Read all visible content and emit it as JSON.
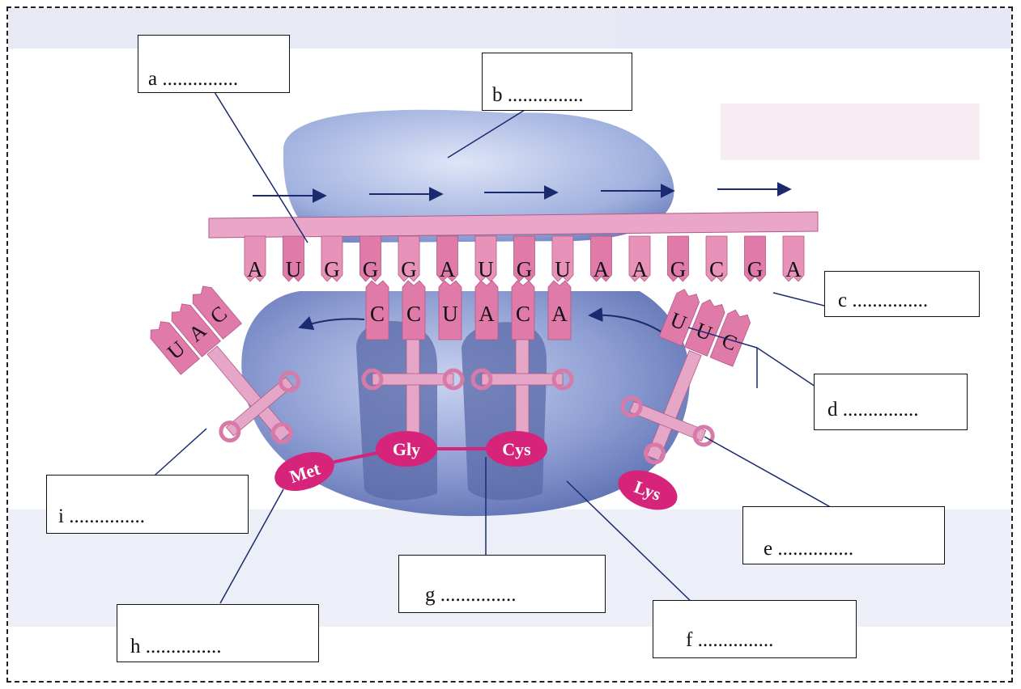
{
  "diagram": {
    "mrna_bases": [
      "A",
      "U",
      "G",
      "G",
      "G",
      "A",
      "U",
      "G",
      "U",
      "A",
      "A",
      "G",
      "C",
      "G",
      "A"
    ],
    "anticodon_right": [
      "C",
      "C",
      "U",
      "A",
      "C",
      "A"
    ],
    "anticodon_left": [
      "U",
      "A",
      "C"
    ],
    "anticodon_lys": [
      "U",
      "U",
      "C"
    ],
    "amino_acids": {
      "met": "Met",
      "gly": "Gly",
      "cys": "Cys",
      "lys": "Lys"
    },
    "labels": {
      "a": "a ...............",
      "b": "b ...............",
      "c": "c ...............",
      "d": "d ...............",
      "e": "e ...............",
      "f": "f ...............",
      "g": "g ...............",
      "h": "h ...............",
      "i": "i ..............."
    },
    "colors": {
      "ribosome": "#8f9fd0",
      "trna": "#e6a6c8",
      "base": "#e07aa9",
      "amino_acid": "#d6247a",
      "mrna_strip": "#eaa6c8"
    }
  }
}
